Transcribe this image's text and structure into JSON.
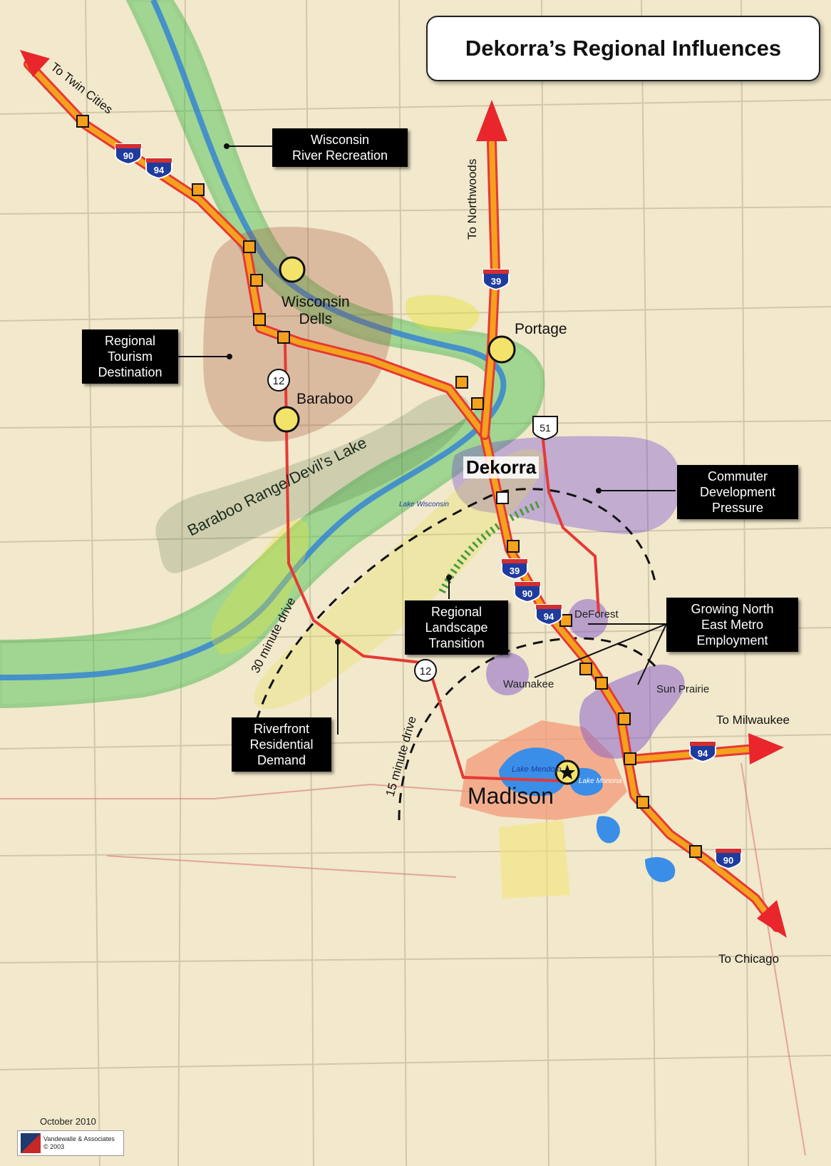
{
  "title": "Dekorra’s Regional Influences",
  "callouts": {
    "wisconsin_river": [
      "Wisconsin",
      "River Recreation"
    ],
    "regional_tourism": [
      "Regional",
      "Tourism",
      "Destination"
    ],
    "commuter_pressure": [
      "Commuter",
      "Development",
      "Pressure"
    ],
    "growing_metro": [
      "Growing North",
      "East Metro",
      "Employment"
    ],
    "landscape_transition": [
      "Regional",
      "Landscape",
      "Transition"
    ],
    "riverfront_demand": [
      "Riverfront",
      "Residential",
      "Demand"
    ]
  },
  "cities": {
    "wisconsin_dells": [
      "Wisconsin",
      "Dells"
    ],
    "portage": "Portage",
    "baraboo": "Baraboo",
    "dekorra": "Dekorra",
    "madison": "Madison",
    "deforest": "DeForest",
    "waunakee": "Waunakee",
    "sun_prairie": "Sun Prairie"
  },
  "directions": {
    "twin_cities": "To Twin Cities",
    "northwoods": "To Northwoods",
    "milwaukee": "To Milwaukee",
    "chicago": "To Chicago"
  },
  "features": {
    "baraboo_range": "Baraboo Range/Devil’s Lake",
    "drive_30": "30 minute drive",
    "drive_15": "15 minute drive",
    "lake_wisconsin": "Lake Wisconsin",
    "lake_mendota": "Lake Mendota",
    "lake_monona": "Lake Monona"
  },
  "shields": {
    "i90": "90",
    "i94": "94",
    "i39": "39",
    "us12": "12",
    "us51": "51"
  },
  "credits": {
    "date": "October 2010",
    "firm": "Vandewalle & Associates",
    "copyright": "© 2003"
  },
  "colors": {
    "interstate": "#f4a11d",
    "interstate_edge": "#e53935",
    "arrow": "#e8262c",
    "river_corridor": "#3fc24a",
    "tourism_zone": "#a4553d",
    "commuter_zone": "#6a3fd8",
    "ridge": "#2f5d2a",
    "riverfront": "#e6e43a",
    "metro_employment": "#8a62c9",
    "madison_area": "#f39a78",
    "lakes": "#3a8ee8",
    "city_dot": "#f3e36a"
  }
}
